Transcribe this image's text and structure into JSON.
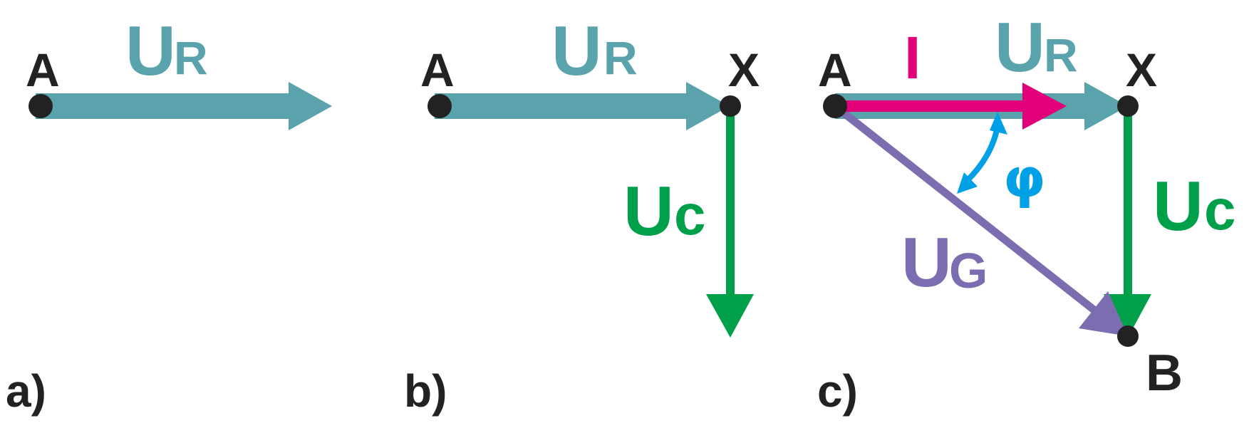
{
  "colors": {
    "ur": "#5aa3ad",
    "uc": "#00a04a",
    "ug": "#7b6db0",
    "i": "#e2007a",
    "phi": "#00a0e6",
    "text": "#222222",
    "dot": "#222222",
    "bg": "#ffffff"
  },
  "panels": {
    "a": {
      "caption": "a)",
      "point_a": "A",
      "ur_main": "U",
      "ur_sub": "R"
    },
    "b": {
      "caption": "b)",
      "point_a": "A",
      "point_x": "X",
      "ur_main": "U",
      "ur_sub": "R",
      "uc_main": "U",
      "uc_sub": "c"
    },
    "c": {
      "caption": "c)",
      "point_a": "A",
      "point_x": "X",
      "point_b": "B",
      "i_label": "I",
      "ur_main": "U",
      "ur_sub": "R",
      "uc_main": "U",
      "uc_sub": "c",
      "ug_main": "U",
      "ug_sub": "G",
      "phi": "φ"
    }
  }
}
